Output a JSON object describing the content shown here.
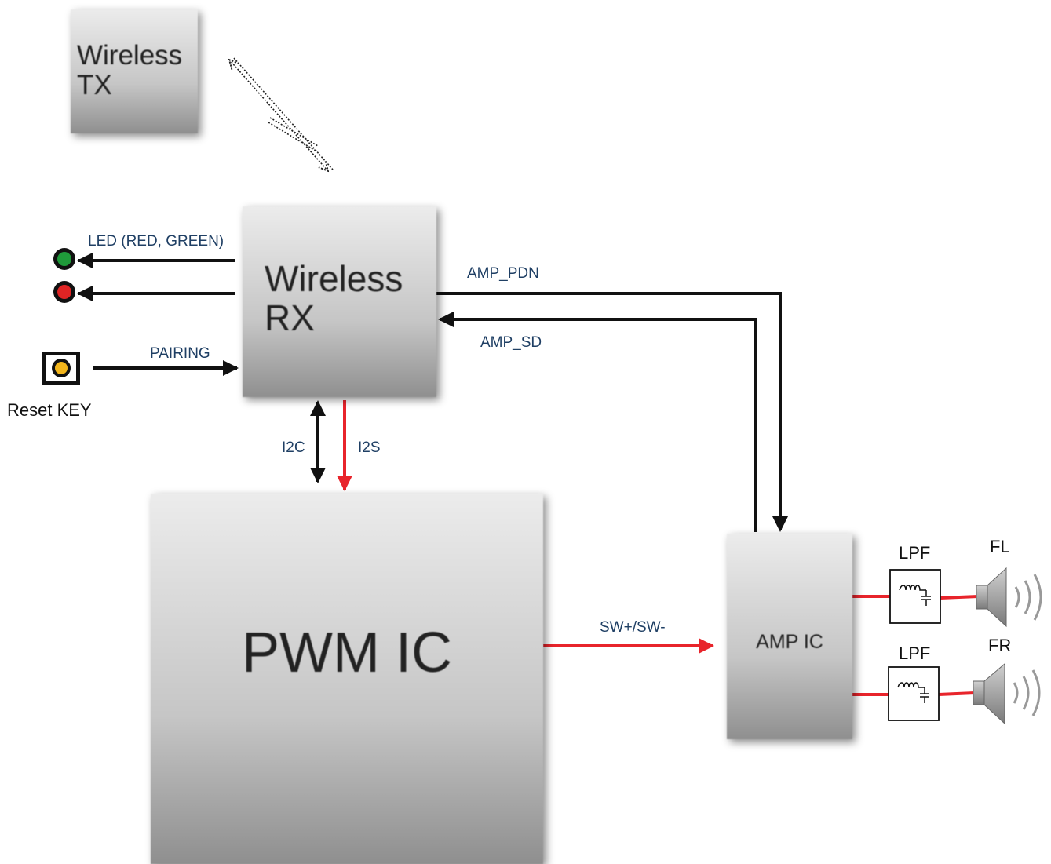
{
  "blocks": {
    "wireless_tx": "Wireless\nTX",
    "wireless_rx": "Wireless\nRX",
    "pwm_ic": "PWM IC",
    "amp_ic": "AMP IC"
  },
  "signals": {
    "led": "LED (RED, GREEN)",
    "pairing": "PAIRING",
    "amp_pdn": "AMP_PDN",
    "amp_sd": "AMP_SD",
    "i2c": "I2C",
    "i2s": "I2S",
    "sw": "SW+/SW-"
  },
  "labels": {
    "reset_key": "Reset KEY",
    "lpf_top": "LPF",
    "lpf_bottom": "LPF",
    "fl": "FL",
    "fr": "FR"
  },
  "icons": [
    "green-led-icon",
    "red-led-icon",
    "reset-key-icon",
    "lpf-filter-icon",
    "speaker-icon"
  ],
  "colors": {
    "audio_path": "#e8242b",
    "control_path": "#111111",
    "led_green": "#1f9a3a",
    "led_red": "#e02424",
    "key_yellow": "#f2b51b",
    "label_text": "#1f3f64"
  }
}
